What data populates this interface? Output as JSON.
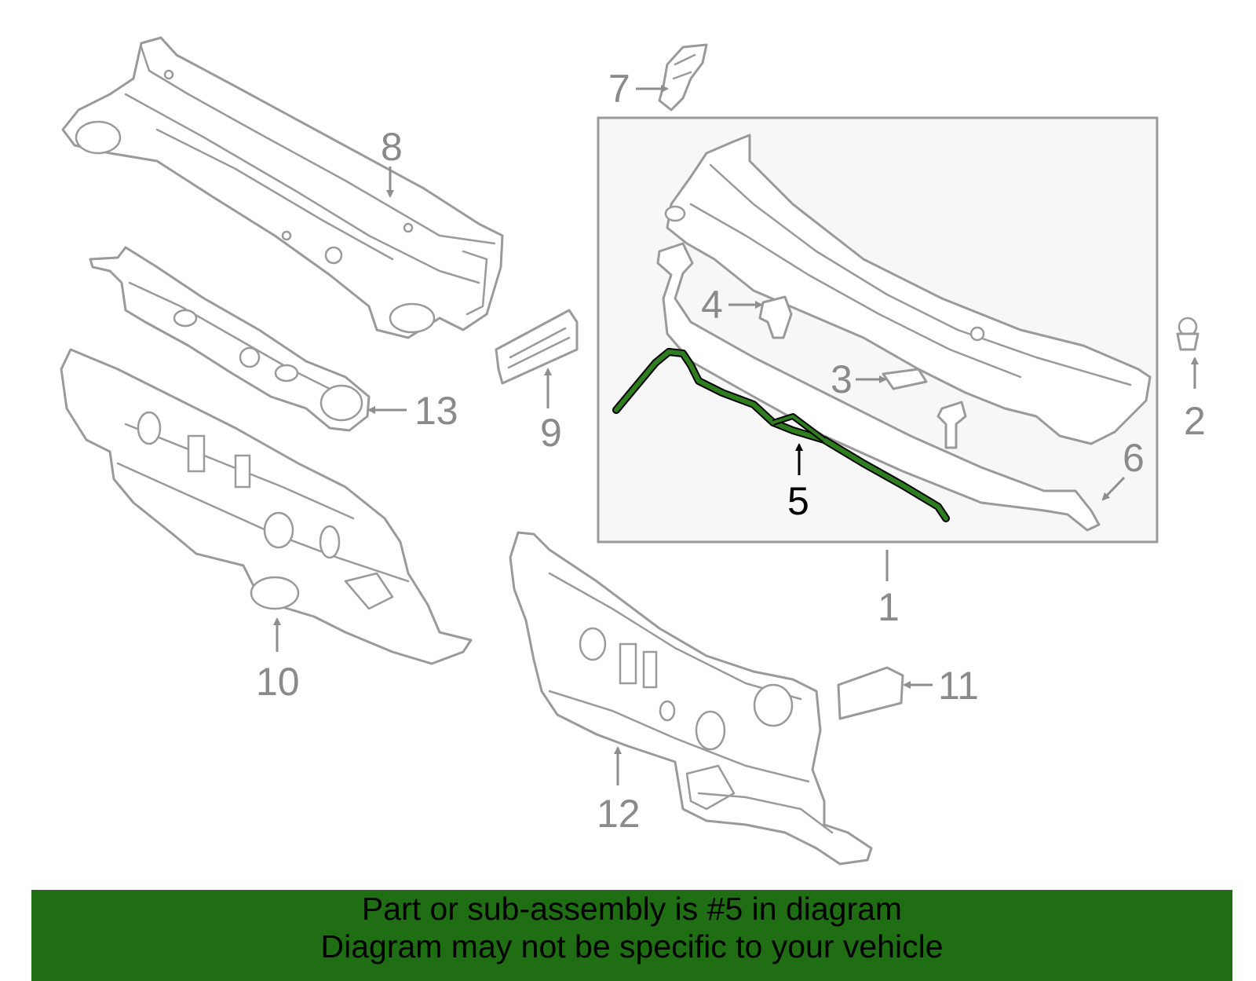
{
  "callouts": {
    "c1": "1",
    "c2": "2",
    "c3": "3",
    "c4": "4",
    "c5": "5",
    "c6": "6",
    "c7": "7",
    "c8": "8",
    "c9": "9",
    "c10": "10",
    "c11": "11",
    "c12": "12",
    "c13": "13"
  },
  "highlight": {
    "part_number": "5",
    "color": "#2e7d1e"
  },
  "banner": {
    "line1": "Part or sub-assembly is #5 in diagram",
    "line2": "Diagram may not be specific to your vehicle",
    "background": "#1f6e14"
  }
}
